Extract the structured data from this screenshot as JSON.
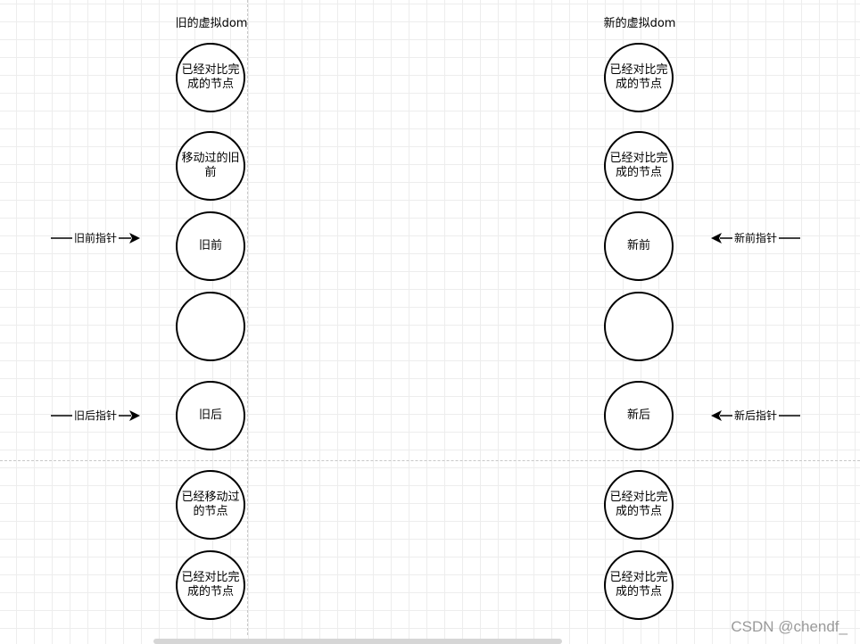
{
  "old_column": {
    "title": "旧的虚拟dom",
    "nodes": [
      "已经对比完成的节点",
      "移动过的旧前",
      "旧前",
      "",
      "旧后",
      "已经移动过的节点",
      "已经对比完成的节点"
    ]
  },
  "new_column": {
    "title": "新的虚拟dom",
    "nodes": [
      "已经对比完成的节点",
      "已经对比完成的节点",
      "新前",
      "",
      "新后",
      "已经对比完成的节点",
      "已经对比完成的节点"
    ]
  },
  "pointers": {
    "old_front": "旧前指针",
    "old_back": "旧后指针",
    "new_front": "新前指针",
    "new_back": "新后指针"
  },
  "watermark": "CSDN @chendf_"
}
